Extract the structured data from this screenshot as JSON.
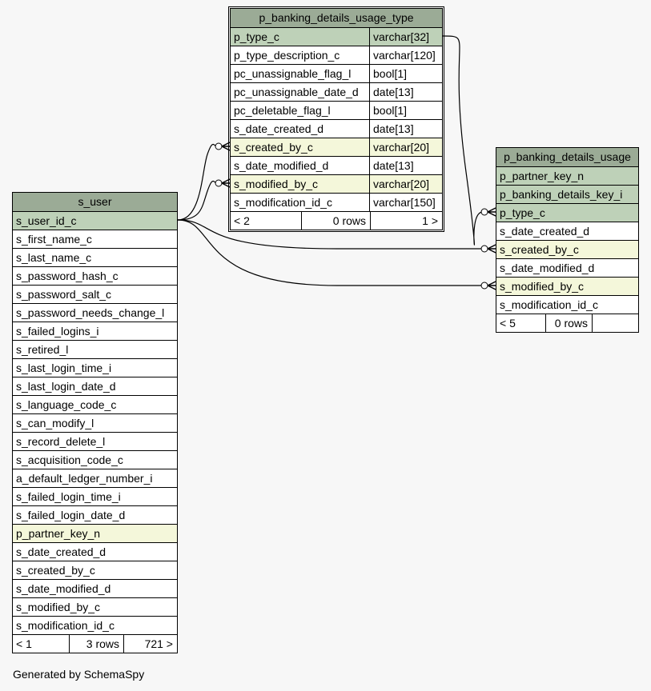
{
  "tables": [
    {
      "id": "pbdut",
      "title": "p_banking_details_usage_type",
      "focus": true,
      "columns": [
        {
          "name": "p_type_c",
          "type": "varchar[32]",
          "kind": "pk"
        },
        {
          "name": "p_type_description_c",
          "type": "varchar[120]",
          "kind": ""
        },
        {
          "name": "pc_unassignable_flag_l",
          "type": "bool[1]",
          "kind": ""
        },
        {
          "name": "pc_unassignable_date_d",
          "type": "date[13]",
          "kind": ""
        },
        {
          "name": "pc_deletable_flag_l",
          "type": "bool[1]",
          "kind": ""
        },
        {
          "name": "s_date_created_d",
          "type": "date[13]",
          "kind": ""
        },
        {
          "name": "s_created_by_c",
          "type": "varchar[20]",
          "kind": "fk"
        },
        {
          "name": "s_date_modified_d",
          "type": "date[13]",
          "kind": ""
        },
        {
          "name": "s_modified_by_c",
          "type": "varchar[20]",
          "kind": "fk"
        },
        {
          "name": "s_modification_id_c",
          "type": "varchar[150]",
          "kind": ""
        }
      ],
      "footer": [
        "< 2",
        "0 rows",
        "1 >"
      ]
    },
    {
      "id": "pbdu",
      "title": "p_banking_details_usage",
      "focus": false,
      "columns": [
        {
          "name": "p_partner_key_n",
          "kind": "pk"
        },
        {
          "name": "p_banking_details_key_i",
          "kind": "pk"
        },
        {
          "name": "p_type_c",
          "kind": "pk"
        },
        {
          "name": "s_date_created_d",
          "kind": ""
        },
        {
          "name": "s_created_by_c",
          "kind": "fk"
        },
        {
          "name": "s_date_modified_d",
          "kind": ""
        },
        {
          "name": "s_modified_by_c",
          "kind": "fk"
        },
        {
          "name": "s_modification_id_c",
          "kind": ""
        }
      ],
      "footer": [
        "< 5",
        "0 rows",
        ""
      ]
    },
    {
      "id": "suser",
      "title": "s_user",
      "focus": false,
      "columns": [
        {
          "name": "s_user_id_c",
          "kind": "pk"
        },
        {
          "name": "s_first_name_c",
          "kind": ""
        },
        {
          "name": "s_last_name_c",
          "kind": ""
        },
        {
          "name": "s_password_hash_c",
          "kind": ""
        },
        {
          "name": "s_password_salt_c",
          "kind": ""
        },
        {
          "name": "s_password_needs_change_l",
          "kind": ""
        },
        {
          "name": "s_failed_logins_i",
          "kind": ""
        },
        {
          "name": "s_retired_l",
          "kind": ""
        },
        {
          "name": "s_last_login_time_i",
          "kind": ""
        },
        {
          "name": "s_last_login_date_d",
          "kind": ""
        },
        {
          "name": "s_language_code_c",
          "kind": ""
        },
        {
          "name": "s_can_modify_l",
          "kind": ""
        },
        {
          "name": "s_record_delete_l",
          "kind": ""
        },
        {
          "name": "s_acquisition_code_c",
          "kind": ""
        },
        {
          "name": "a_default_ledger_number_i",
          "kind": ""
        },
        {
          "name": "s_failed_login_time_i",
          "kind": ""
        },
        {
          "name": "s_failed_login_date_d",
          "kind": ""
        },
        {
          "name": "p_partner_key_n",
          "kind": "fk"
        },
        {
          "name": "s_date_created_d",
          "kind": ""
        },
        {
          "name": "s_created_by_c",
          "kind": ""
        },
        {
          "name": "s_date_modified_d",
          "kind": ""
        },
        {
          "name": "s_modified_by_c",
          "kind": ""
        },
        {
          "name": "s_modification_id_c",
          "kind": ""
        }
      ],
      "footer": [
        "< 1",
        "3 rows",
        "721 >"
      ]
    }
  ],
  "relationships": [
    {
      "from": "suser.s_user_id_c",
      "to": "pbdut.s_created_by_c"
    },
    {
      "from": "suser.s_user_id_c",
      "to": "pbdut.s_modified_by_c"
    },
    {
      "from": "suser.s_user_id_c",
      "to": "pbdu.s_created_by_c"
    },
    {
      "from": "suser.s_user_id_c",
      "to": "pbdu.s_modified_by_c"
    },
    {
      "from": "pbdut.p_type_c",
      "to": "pbdu.p_type_c"
    }
  ],
  "footer_note": "Generated by SchemaSpy",
  "colors": {
    "header": "#9bab96",
    "primary_key": "#bed1b8",
    "foreign_key": "#f4f7da",
    "background": "#f7f7f7"
  }
}
